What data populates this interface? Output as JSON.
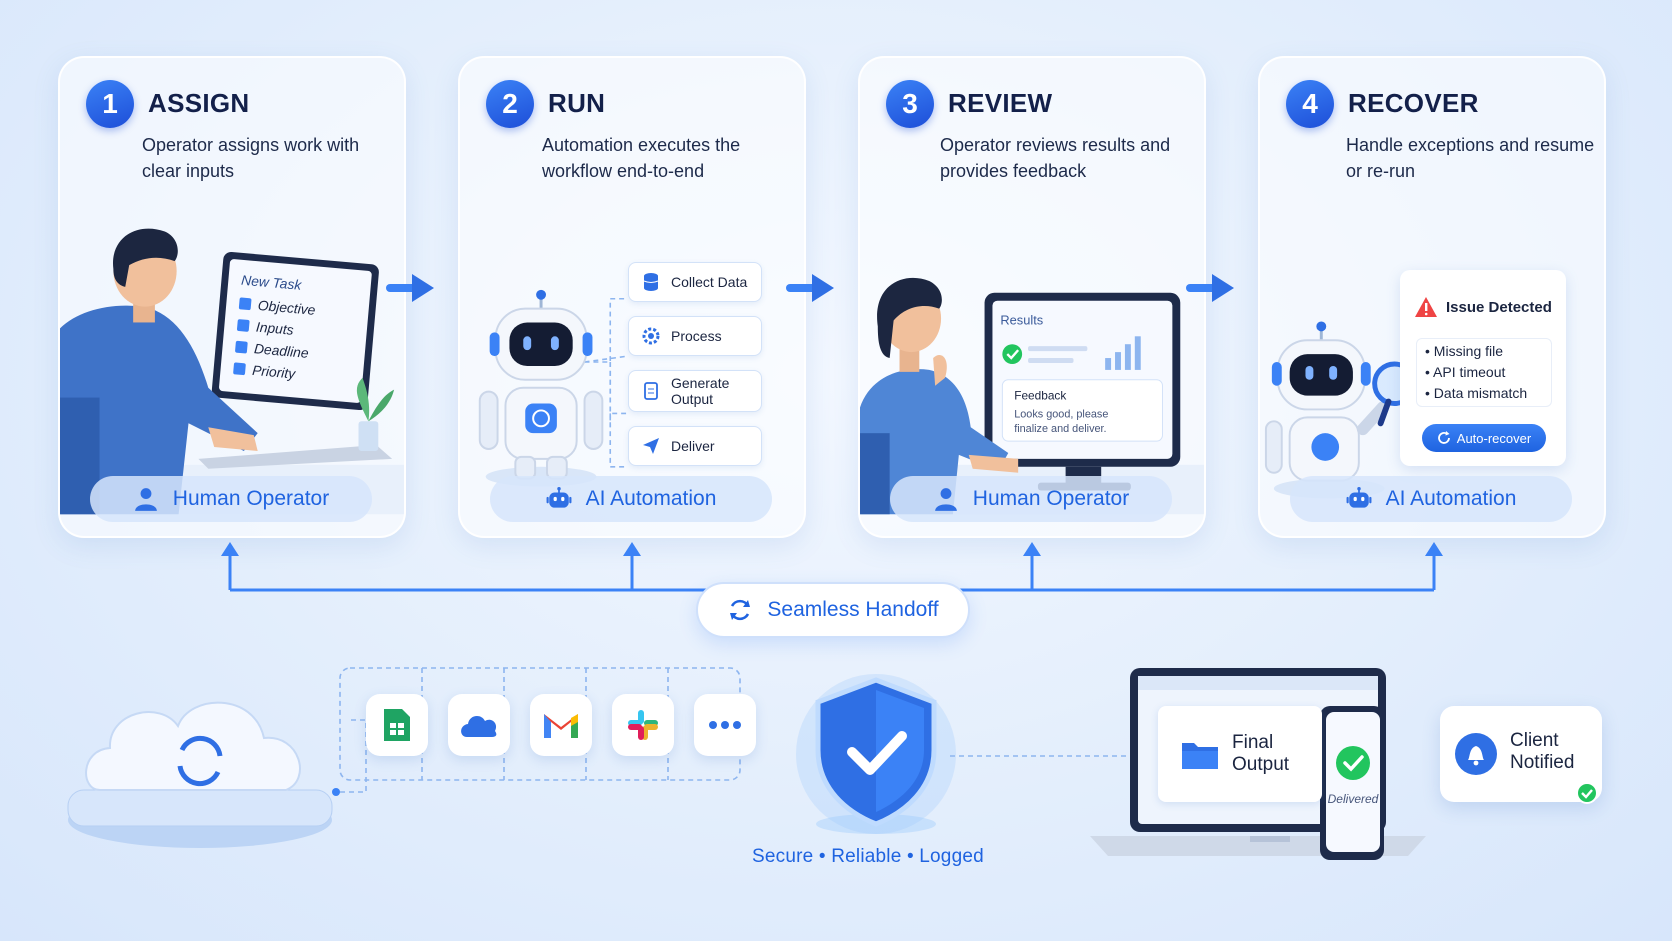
{
  "steps": [
    {
      "number": "1",
      "title": "ASSIGN",
      "description": "Operator assigns work with clear inputs",
      "role": "Human Operator"
    },
    {
      "number": "2",
      "title": "RUN",
      "description": "Automation executes the workflow end-to-end",
      "role": "AI Automation"
    },
    {
      "number": "3",
      "title": "REVIEW",
      "description": "Operator reviews results and provides feedback",
      "role": "Human Operator"
    },
    {
      "number": "4",
      "title": "RECOVER",
      "description": "Handle exceptions and resume or re-run",
      "role": "AI Automation"
    }
  ],
  "assign_scene": {
    "task_title": "New Task",
    "task_items": [
      "Objective",
      "Inputs",
      "Deadline",
      "Priority"
    ]
  },
  "run_scene": {
    "pipeline": [
      "Collect Data",
      "Process",
      "Generate Output",
      "Deliver"
    ]
  },
  "review_scene": {
    "results_label": "Results",
    "feedback_title": "Feedback",
    "feedback_text": "Looks good, please finalize and deliver."
  },
  "recover_scene": {
    "issue_title": "Issue Detected",
    "issues": [
      "Missing file",
      "API timeout",
      "Data mismatch"
    ],
    "action_label": "Auto-recover"
  },
  "handoff": {
    "label": "Seamless Handoff"
  },
  "integrations": [
    "sheets-icon",
    "cloud-icon",
    "gmail-icon",
    "slack-icon",
    "more-icon"
  ],
  "security": {
    "tagline": "Secure • Reliable • Logged"
  },
  "delivery": {
    "final_output_label": "Final Output",
    "delivered_label": "Delivered",
    "client_label": "Client Notified"
  },
  "colors": {
    "accent": "#1f63e0",
    "accent_light": "#3b82f6",
    "success": "#22c55e",
    "alert": "#ef4444"
  }
}
